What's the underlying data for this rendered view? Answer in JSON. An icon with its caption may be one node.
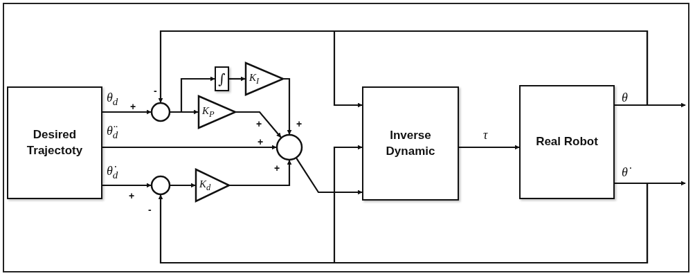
{
  "diagram": {
    "nodes": [
      {
        "text": [
          "Desired Trajectoty"
        ]
      },
      {
        "text": [],
        "shape": "circle"
      },
      {
        "text": [
          "∫"
        ]
      },
      {
        "text": [
          "K$_{I}$"
        ]
      },
      {
        "text": [
          "K$_{P}$"
        ]
      },
      {
        "text": [],
        "shape": "circle"
      },
      {
        "text": [],
        "shape": "circle"
      },
      {
        "text": [
          "K$_{d}$"
        ]
      },
      {
        "text": [
          "Inverse Dynamic"
        ]
      },
      {
        "text": [
          "Real Robot"
        ]
      }
    ],
    "edges": [
      {
        "from": 0,
        "to": 1,
        "arrow": "to",
        "label": "θ$_{d}$"
      },
      {
        "from": 0,
        "to": 5,
        "arrow": "to",
        "label": "θ̈$_{d}$"
      },
      {
        "from": 0,
        "to": 6,
        "arrow": "to",
        "label": "θ̇$_{d}$"
      },
      {
        "from": 1,
        "to": 2,
        "arrow": "to"
      },
      {
        "from": 1,
        "to": 4,
        "arrow": "to"
      },
      {
        "from": 2,
        "to": 3,
        "arrow": "to"
      },
      {
        "from": 3,
        "to": 5,
        "arrow": "to"
      },
      {
        "from": 4,
        "to": 5,
        "arrow": "to"
      },
      {
        "from": 6,
        "to": 7,
        "arrow": "to"
      },
      {
        "from": 7,
        "to": 5,
        "arrow": "to"
      },
      {
        "from": 5,
        "to": 8,
        "arrow": "to"
      },
      {
        "from": 8,
        "to": 9,
        "arrow": "to",
        "label": "τ"
      },
      {
        "from": 9,
        "to": null,
        "arrow": "to",
        "label": "θ"
      },
      {
        "from": 9,
        "to": null,
        "arrow": "to",
        "label": "θ̇"
      },
      {
        "from": 9,
        "to": 1,
        "arrow": "to"
      },
      {
        "from": 9,
        "to": 8,
        "arrow": "to"
      },
      {
        "from": 9,
        "to": 8,
        "arrow": "to"
      },
      {
        "from": 9,
        "to": 6,
        "arrow": "to"
      }
    ],
    "labels": [
      "-",
      "+",
      "+",
      "+",
      "+",
      "+",
      "+",
      "-"
    ]
  }
}
